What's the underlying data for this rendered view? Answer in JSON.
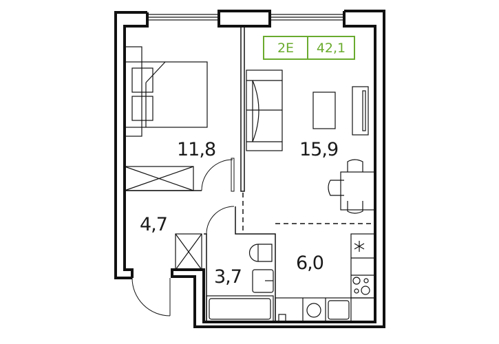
{
  "plan": {
    "badge": {
      "type": "2E",
      "total_area": "42,1",
      "color": "#6aab2e"
    },
    "rooms": [
      {
        "name": "bedroom",
        "area": "11,8"
      },
      {
        "name": "living-room",
        "area": "15,9"
      },
      {
        "name": "hallway",
        "area": "4,7"
      },
      {
        "name": "bathroom",
        "area": "3,7"
      },
      {
        "name": "kitchen",
        "area": "6,0"
      }
    ]
  }
}
